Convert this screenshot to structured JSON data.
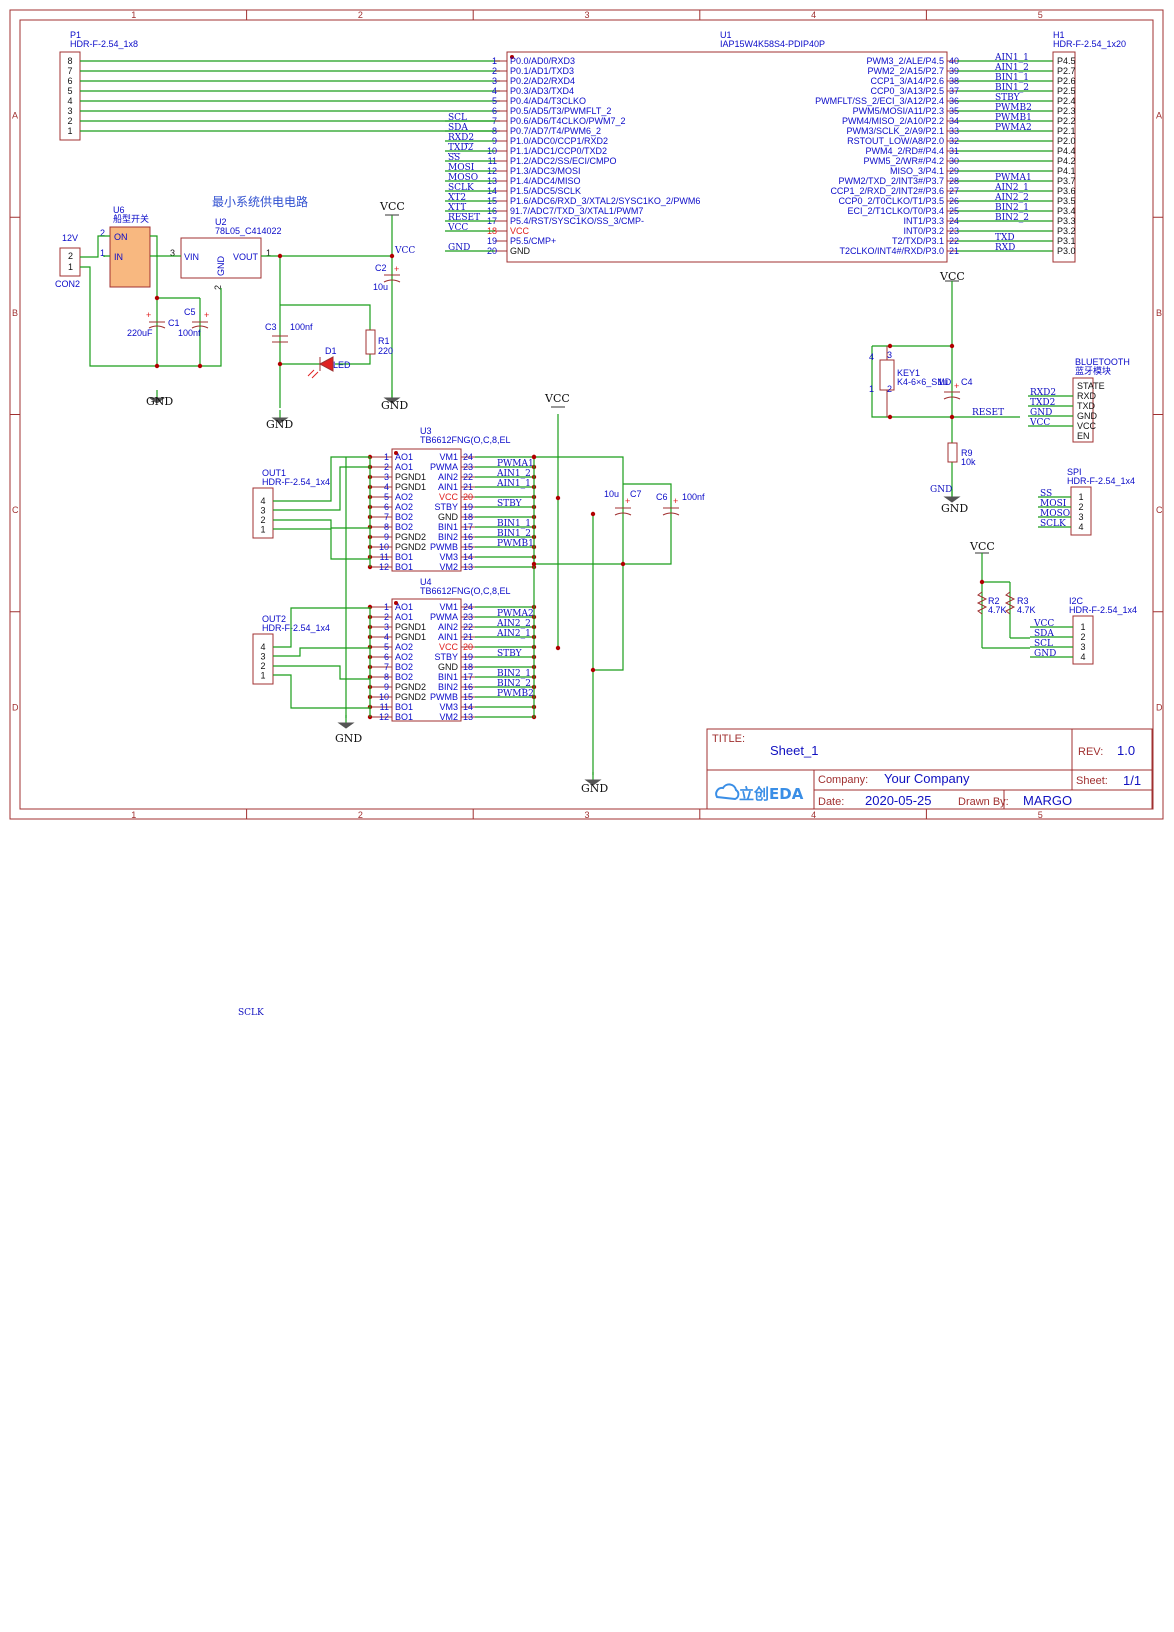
{
  "frame": {
    "columns": [
      "1",
      "2",
      "3",
      "4",
      "5"
    ],
    "rows": [
      "A",
      "B",
      "C",
      "D"
    ]
  },
  "title_block": {
    "title_label": "TITLE:",
    "title": "Sheet_1",
    "rev_label": "REV:",
    "rev": "1.0",
    "company_label": "Company:",
    "company": "Your Company",
    "sheet_label": "Sheet:",
    "sheet": "1/1",
    "date_label": "Date:",
    "date": "2020-05-25",
    "drawn_label": "Drawn By:",
    "drawn_by": "MARGO",
    "logo_text": "立创EDA"
  },
  "section_title": "最小系统供电电路",
  "stray_label": "SCLK",
  "p1": {
    "ref": "P1",
    "value": "HDR-F-2.54_1x8",
    "pins": [
      "8",
      "7",
      "6",
      "5",
      "4",
      "3",
      "2",
      "1"
    ]
  },
  "u1": {
    "ref": "U1",
    "value": "IAP15W4K58S4-PDIP40P",
    "left_pins": [
      {
        "num": "1",
        "name": "P0.0/AD0/RXD3",
        "net": ""
      },
      {
        "num": "2",
        "name": "P0.1/AD1/TXD3",
        "net": ""
      },
      {
        "num": "3",
        "name": "P0.2/AD2/RXD4",
        "net": ""
      },
      {
        "num": "4",
        "name": "P0.3/AD3/TXD4",
        "net": ""
      },
      {
        "num": "5",
        "name": "P0.4/AD4/T3CLKO",
        "net": ""
      },
      {
        "num": "6",
        "name": "P0.5/AD5/T3/PWMFLT_2",
        "net": ""
      },
      {
        "num": "7",
        "name": "P0.6/AD6/T4CLKO/PWM7_2",
        "net": "SCL"
      },
      {
        "num": "8",
        "name": "P0.7/AD7/T4/PWM6_2",
        "net": "SDA"
      },
      {
        "num": "9",
        "name": "P1.0/ADC0/CCP1/RXD2",
        "net": "RXD2"
      },
      {
        "num": "10",
        "name": "P1.1/ADC1/CCP0/TXD2",
        "net": "TXD2"
      },
      {
        "num": "11",
        "name": "P1.2/ADC2/SS/ECI/CMPO",
        "net": "SS"
      },
      {
        "num": "12",
        "name": "P1.3/ADC3/MOSI",
        "net": "MOSI"
      },
      {
        "num": "13",
        "name": "P1.4/ADC4/MISO",
        "net": "MOSO"
      },
      {
        "num": "14",
        "name": "P1.5/ADC5/SCLK",
        "net": "SCLK"
      },
      {
        "num": "15",
        "name": "P1.6/ADC6/RXD_3/XTAL2/SYSC1KO_2/PWM6",
        "net": "XT2"
      },
      {
        "num": "16",
        "name": "91.7/ADC7/TXD_3/XTAL1/PWM7",
        "net": "XT1"
      },
      {
        "num": "17",
        "name": "P5.4/RST/SYSC1KO/SS_3/CMP-",
        "net": "RESET"
      },
      {
        "num": "18",
        "name": "VCC",
        "net": "VCC"
      },
      {
        "num": "19",
        "name": "P5.5/CMP+",
        "net": ""
      },
      {
        "num": "20",
        "name": "GND",
        "net": "GND"
      }
    ],
    "right_pins": [
      {
        "num": "40",
        "name": "PWM3_2/ALE/P4.5",
        "net": "AIN1_1"
      },
      {
        "num": "39",
        "name": "PWM2_2/A15/P2.7",
        "net": "AIN1_2"
      },
      {
        "num": "38",
        "name": "CCP1_3/A14/P2.6",
        "net": "BIN1_1"
      },
      {
        "num": "37",
        "name": "CCP0_3/A13/P2.5",
        "net": "BIN1_2"
      },
      {
        "num": "36",
        "name": "PWMFLT/SS_2/ECI_3/A12/P2.4",
        "net": "STBY"
      },
      {
        "num": "35",
        "name": "PWM5/MOSI/A11/P2.3",
        "net": "PWMB2"
      },
      {
        "num": "34",
        "name": "PWM4/MISO_2/A10/P2.2",
        "net": "PWMB1"
      },
      {
        "num": "33",
        "name": "PWM3/SCLK_2/A9/P2.1",
        "net": "PWMA2"
      },
      {
        "num": "32",
        "name": "RSTOUT_LOW/A8/P2.0",
        "net": ""
      },
      {
        "num": "31",
        "name": "PWM4_2/RD#/P4.4",
        "net": ""
      },
      {
        "num": "30",
        "name": "PWM5_2/WR#/P4.2",
        "net": ""
      },
      {
        "num": "29",
        "name": "MISO_3/P4.1",
        "net": ""
      },
      {
        "num": "28",
        "name": "PWM2/TXD_2/INT3#/P3.7",
        "net": "PWMA1"
      },
      {
        "num": "27",
        "name": "CCP1_2/RXD_2/INT2#/P3.6",
        "net": "AIN2_1"
      },
      {
        "num": "26",
        "name": "CCP0_2/T0CLKO/T1/P3.5",
        "net": "AIN2_2"
      },
      {
        "num": "25",
        "name": "ECI_2/T1CLKO/T0/P3.4",
        "net": "BIN2_1"
      },
      {
        "num": "24",
        "name": "INT1/P3.3",
        "net": "BIN2_2"
      },
      {
        "num": "23",
        "name": "INT0/P3.2",
        "net": ""
      },
      {
        "num": "22",
        "name": "T2/TXD/P3.1",
        "net": "TXD"
      },
      {
        "num": "21",
        "name": "T2CLKO/INT4#/RXD/P3.0",
        "net": "RXD"
      }
    ]
  },
  "h1": {
    "ref": "H1",
    "value": "HDR-F-2.54_1x20",
    "labels": [
      "P4.5",
      "P2.7",
      "P2.6",
      "P2.5",
      "P2.4",
      "P2.3",
      "P2.2",
      "P2.1",
      "P2.0",
      "P4.4",
      "P4.2",
      "P4.1",
      "P3.7",
      "P3.6",
      "P3.5",
      "P3.4",
      "P3.3",
      "P3.2",
      "P3.1",
      "P3.0"
    ]
  },
  "power": {
    "con2": {
      "ref": "CON2",
      "label": "12V",
      "pins": [
        "2",
        "1"
      ]
    },
    "u6": {
      "ref": "U6",
      "value": "船型开关",
      "pin2": "2",
      "pin1": "1",
      "on": "ON",
      "in": "IN"
    },
    "u2": {
      "ref": "U2",
      "value": "78L05_C414022",
      "vin": "VIN",
      "vout": "VOUT",
      "gnd": "GND",
      "pin3": "3",
      "pin1": "1",
      "pin2": "2"
    },
    "c1": {
      "ref": "C1",
      "value": "220uF"
    },
    "c5": {
      "ref": "C5",
      "value": "100nf"
    },
    "c2": {
      "ref": "C2",
      "value": "10u"
    },
    "c3": {
      "ref": "C3",
      "value": "100nf"
    },
    "d1": {
      "ref": "D1",
      "value": "LED"
    },
    "r1": {
      "ref": "R1",
      "value": "220"
    }
  },
  "drivers": {
    "u3": {
      "ref": "U3",
      "value": "TB6612FNG(O,C,8,EL"
    },
    "u4": {
      "ref": "U4",
      "value": "TB6612FNG(O,C,8,EL"
    },
    "left_pins": [
      {
        "num": "1",
        "name": "AO1"
      },
      {
        "num": "2",
        "name": "AO1"
      },
      {
        "num": "3",
        "name": "PGND1"
      },
      {
        "num": "4",
        "name": "PGND1"
      },
      {
        "num": "5",
        "name": "AO2"
      },
      {
        "num": "6",
        "name": "AO2"
      },
      {
        "num": "7",
        "name": "BO2"
      },
      {
        "num": "8",
        "name": "BO2"
      },
      {
        "num": "9",
        "name": "PGND2"
      },
      {
        "num": "10",
        "name": "PGND2"
      },
      {
        "num": "11",
        "name": "BO1"
      },
      {
        "num": "12",
        "name": "BO1"
      }
    ],
    "right_pins": [
      {
        "num": "24",
        "name": "VM1"
      },
      {
        "num": "23",
        "name": "PWMA"
      },
      {
        "num": "22",
        "name": "AIN2"
      },
      {
        "num": "21",
        "name": "AIN1"
      },
      {
        "num": "20",
        "name": "VCC"
      },
      {
        "num": "19",
        "name": "STBY"
      },
      {
        "num": "18",
        "name": "GND"
      },
      {
        "num": "17",
        "name": "BIN1"
      },
      {
        "num": "16",
        "name": "BIN2"
      },
      {
        "num": "15",
        "name": "PWMB"
      },
      {
        "num": "14",
        "name": "VM3"
      },
      {
        "num": "13",
        "name": "VM2"
      }
    ],
    "u3_nets": [
      "PWMA1",
      "AIN1_2",
      "AIN1_1",
      "",
      "STBY",
      "",
      "BIN1_1",
      "BIN1_2",
      "PWMB1",
      "",
      ""
    ],
    "u4_nets": [
      "PWMA2",
      "AIN2_2",
      "AIN2_1",
      "",
      "STBY",
      "",
      "BIN2_1",
      "BIN2_2",
      "PWMB2",
      "",
      ""
    ],
    "out1": {
      "ref": "OUT1",
      "value": "HDR-F-2.54_1x4",
      "pins": [
        "4",
        "3",
        "2",
        "1"
      ]
    },
    "out2": {
      "ref": "OUT2",
      "value": "HDR-F-2.54_1x4",
      "pins": [
        "4",
        "3",
        "2",
        "1"
      ]
    },
    "c7": {
      "ref": "C7",
      "value": "10u"
    },
    "c6": {
      "ref": "C6",
      "value": "100nf"
    }
  },
  "reset": {
    "key1": {
      "ref": "KEY1",
      "value": "K4-6×6_SMD",
      "pins": [
        "4",
        "3",
        "1",
        "2"
      ]
    },
    "c4": {
      "ref": "C4",
      "value": "1u"
    },
    "r9": {
      "ref": "R9",
      "value": "10k"
    },
    "net": "RESET"
  },
  "bluetooth": {
    "title": "BLUETOOTH",
    "subtitle": "蓝牙模块",
    "pins": [
      "STATE",
      "RXD",
      "TXD",
      "GND",
      "VCC",
      "EN"
    ],
    "nets": [
      "RXD2",
      "TXD2",
      "GND",
      "VCC"
    ]
  },
  "spi": {
    "ref": "SPI",
    "value": "HDR-F-2.54_1x4",
    "pins": [
      "1",
      "2",
      "3",
      "4"
    ],
    "nets": [
      "SS",
      "MOSI",
      "MOSO",
      "SCLK"
    ]
  },
  "i2c": {
    "ref": "I2C",
    "value": "HDR-F-2.54_1x4",
    "pins": [
      "1",
      "2",
      "3",
      "4"
    ],
    "nets": [
      "VCC",
      "SDA",
      "SCL",
      "GND"
    ],
    "r2": {
      "ref": "R2",
      "value": "4.7K"
    },
    "r3": {
      "ref": "R3",
      "value": "4.7K"
    }
  },
  "power_symbols": {
    "vcc": "VCC",
    "gnd": "GND"
  }
}
